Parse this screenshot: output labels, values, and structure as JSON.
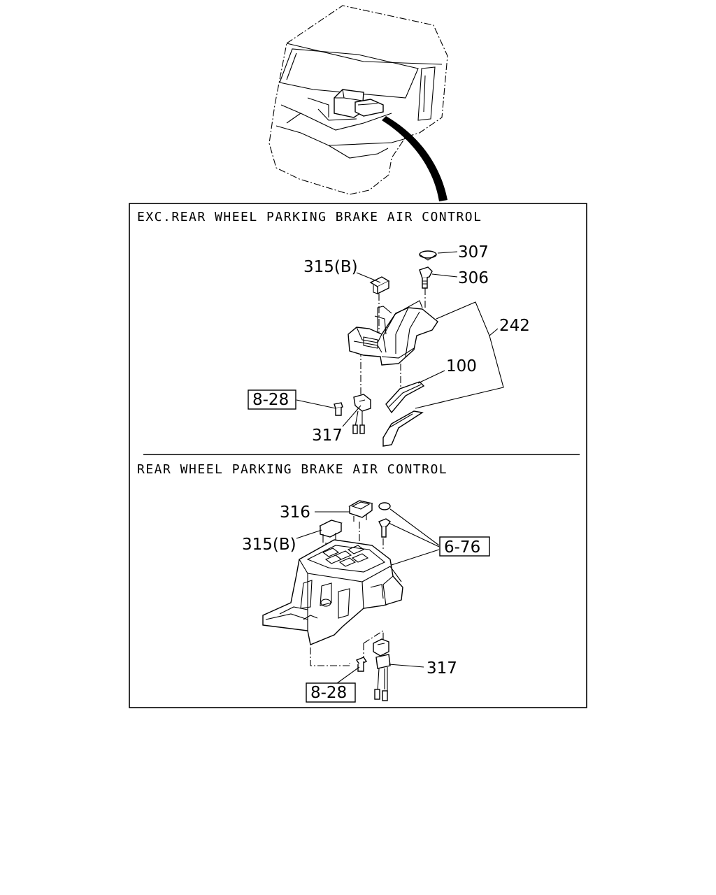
{
  "sections": {
    "top_title": "EXC.REAR WHEEL PARKING BRAKE AIR CONTROL",
    "bottom_title": "REAR WHEEL PARKING BRAKE AIR CONTROL"
  },
  "callouts_top": {
    "c307": "307",
    "c306": "306",
    "c315b": "315(B)",
    "c242": "242",
    "c100": "100",
    "c828": "8-28",
    "c317": "317"
  },
  "callouts_bottom": {
    "c316": "316",
    "c315b": "315(B)",
    "c676": "6-76",
    "c317": "317",
    "c828": "8-28"
  }
}
